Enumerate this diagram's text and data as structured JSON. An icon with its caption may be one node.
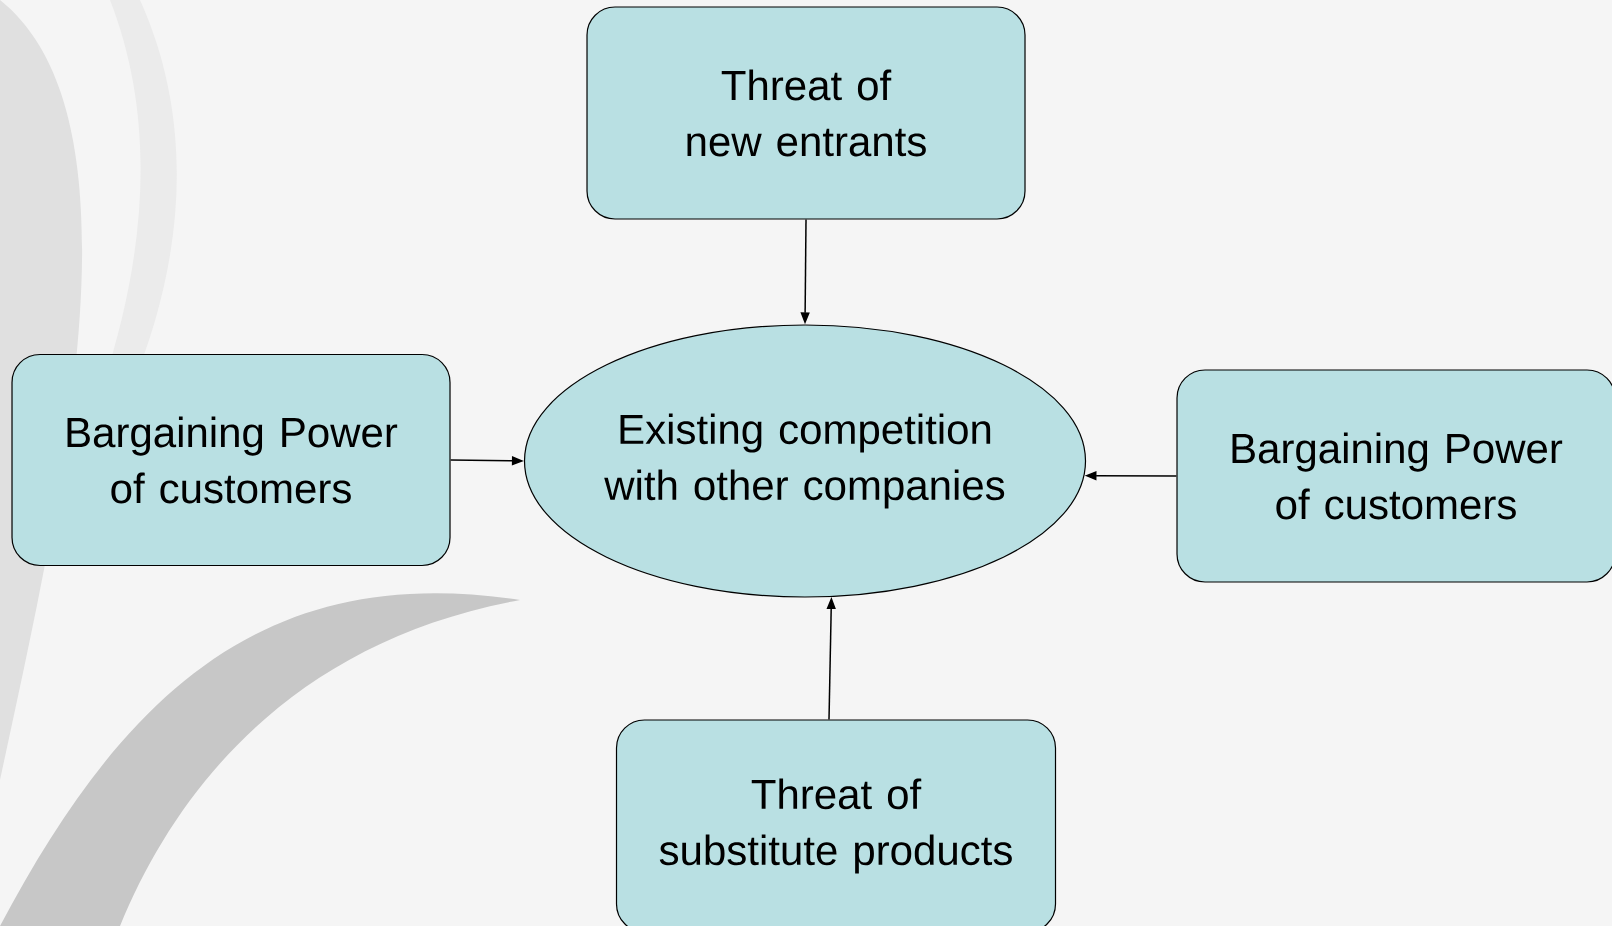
{
  "diagram": {
    "nodes": [
      {
        "text": [
          "Threat of new entrants"
        ]
      },
      {
        "text": [
          "Bargaining Power of customers"
        ]
      },
      {
        "text": [
          "Existing competition with other companies"
        ]
      },
      {
        "text": [
          "Bargaining Power of customers"
        ]
      },
      {
        "text": [
          "Threat of substitute products"
        ]
      }
    ],
    "edges": [
      {
        "from": 0,
        "to": 2,
        "arrow": "to"
      },
      {
        "from": 1,
        "to": 2,
        "arrow": "to"
      },
      {
        "from": 3,
        "to": 2,
        "arrow": "to"
      },
      {
        "from": 4,
        "to": 2,
        "arrow": "to"
      }
    ]
  }
}
